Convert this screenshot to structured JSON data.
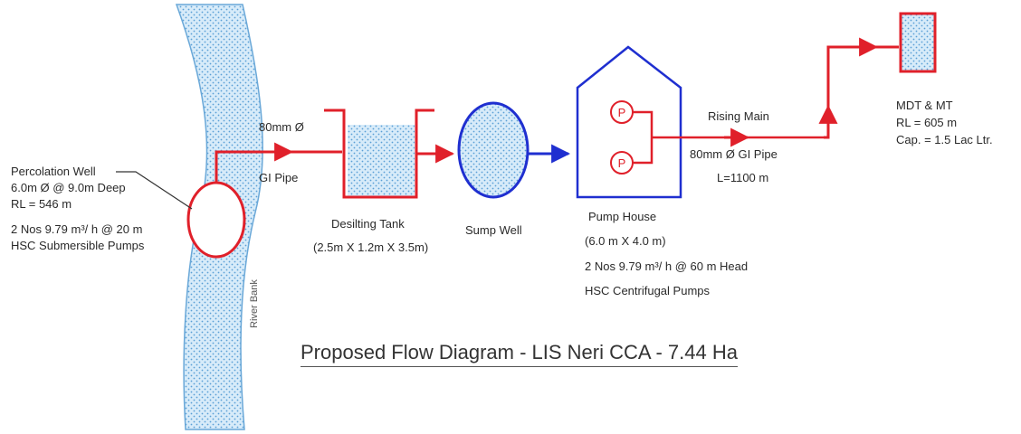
{
  "title": "Proposed Flow Diagram - LIS Neri CCA - 7.44 Ha",
  "river": {
    "label": "River Bank"
  },
  "percolation_well": {
    "lines": [
      "Percolation Well",
      "6.0m Ø @ 9.0m Deep",
      "RL = 546 m",
      "2 Nos 9.79 m³/ h @ 20 m",
      "HSC Submersible Pumps"
    ]
  },
  "gi_pipe": {
    "size": "80mm Ø",
    "type": "GI Pipe"
  },
  "desilting_tank": {
    "lines": [
      "Desilting Tank",
      "(2.5m X 1.2m X 3.5m)"
    ]
  },
  "sump_well": {
    "label": "Sump Well"
  },
  "pump_house": {
    "lines": [
      "Pump House",
      "(6.0 m X 4.0 m)",
      "2 Nos 9.79  m³/ h @ 60 m Head",
      "HSC Centrifugal Pumps"
    ],
    "pump_symbol": "P"
  },
  "rising_main": {
    "lines": [
      "Rising Main",
      "80mm Ø GI Pipe",
      "L=1100 m"
    ]
  },
  "mdt": {
    "lines": [
      "MDT & MT",
      "RL = 605 m",
      "Cap. = 1.5 Lac Ltr."
    ]
  },
  "colors": {
    "pipe": "#e0202a",
    "water_fill": "#cfe6f7",
    "water_dots": "#6aa8d8",
    "blue_outline": "#1f2fd0",
    "river_outline": "#6aa8d8"
  }
}
